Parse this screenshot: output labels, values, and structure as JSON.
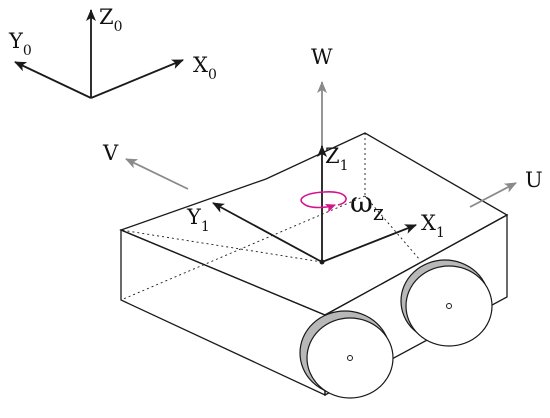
{
  "diagram": {
    "world_frame": {
      "x_axis": {
        "base": "X",
        "sub": "0"
      },
      "y_axis": {
        "base": "Y",
        "sub": "0"
      },
      "z_axis": {
        "base": "Z",
        "sub": "0"
      }
    },
    "body_frame": {
      "x_axis": {
        "base": "X",
        "sub": "1"
      },
      "y_axis": {
        "base": "Y",
        "sub": "1"
      },
      "z_axis": {
        "base": "Z",
        "sub": "1"
      }
    },
    "velocities": {
      "u": "U",
      "v": "V",
      "w": "W"
    },
    "rotation": {
      "base": "ω",
      "sub": "z"
    },
    "colors": {
      "line": "#1a1a1a",
      "velocity_arrow": "#8a8a8a",
      "rotation_arrow": "#d4148c",
      "wheel_tread": "#b8b8b8",
      "wheel_face": "#ffffff"
    }
  }
}
